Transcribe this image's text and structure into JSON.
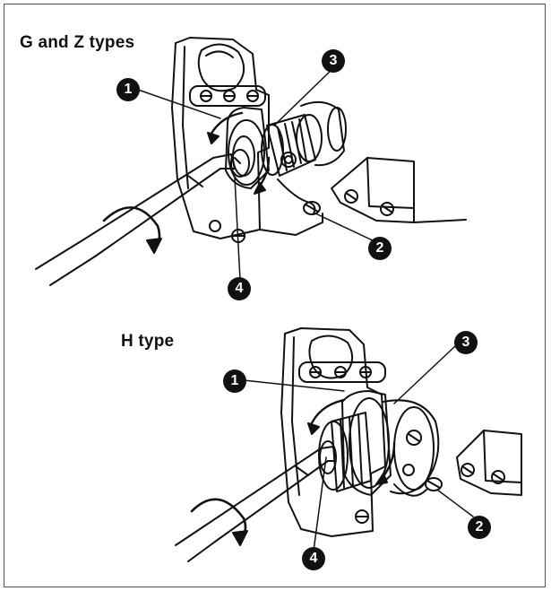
{
  "panels": [
    {
      "title": "G and Z types",
      "callouts": [
        "1",
        "3",
        "2",
        "4"
      ]
    },
    {
      "title": "H type",
      "callouts": [
        "1",
        "3",
        "2",
        "4"
      ]
    }
  ]
}
